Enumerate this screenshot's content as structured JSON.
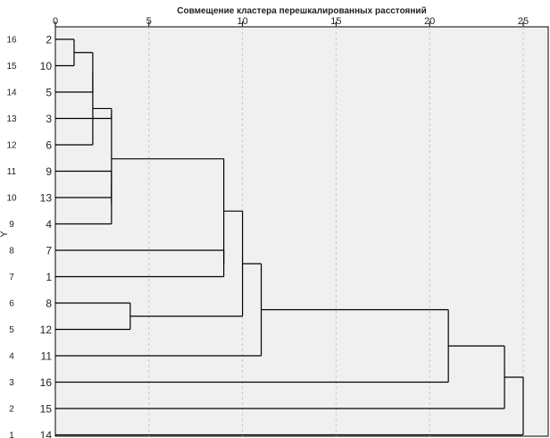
{
  "chart_data": {
    "type": "dendrogram",
    "title": "Совмещение кластера перешкалированных расстояний",
    "ylabel": "Y",
    "x_range": [
      0,
      25
    ],
    "x_ticks": [
      0,
      5,
      10,
      15,
      20,
      25
    ],
    "grid": true,
    "leaf_order": [
      "2",
      "10",
      "5",
      "3",
      "6",
      "9",
      "13",
      "4",
      "7",
      "1",
      "8",
      "12",
      "11",
      "16",
      "15",
      "14"
    ],
    "y_ticks": [
      "16",
      "15",
      "14",
      "13",
      "12",
      "11",
      "10",
      "9",
      "8",
      "7",
      "6",
      "5",
      "4",
      "3",
      "2",
      "1"
    ],
    "merges": [
      {
        "a": "2",
        "b": "10",
        "height": 1
      },
      {
        "a": "c1",
        "b": "5",
        "height": 2
      },
      {
        "a": "c2",
        "b": "6",
        "height": 2
      },
      {
        "a": "c3",
        "b": "3",
        "height": 3
      },
      {
        "a": "9",
        "b": "13",
        "height": 3
      },
      {
        "a": "c5",
        "b": "4",
        "height": 3
      },
      {
        "a": "c4",
        "b": "c6",
        "height": 3
      },
      {
        "a": "7",
        "b": "1",
        "height": 9
      },
      {
        "a": "c7",
        "b": "c8",
        "height": 9
      },
      {
        "a": "8",
        "b": "12",
        "height": 4
      },
      {
        "a": "c9",
        "b": "c10",
        "height": 10
      },
      {
        "a": "c11",
        "b": "11",
        "height": 11
      },
      {
        "a": "c12",
        "b": "16",
        "height": 21
      },
      {
        "a": "c13",
        "b": "15",
        "height": 24
      },
      {
        "a": "c14",
        "b": "14",
        "height": 25
      }
    ]
  }
}
